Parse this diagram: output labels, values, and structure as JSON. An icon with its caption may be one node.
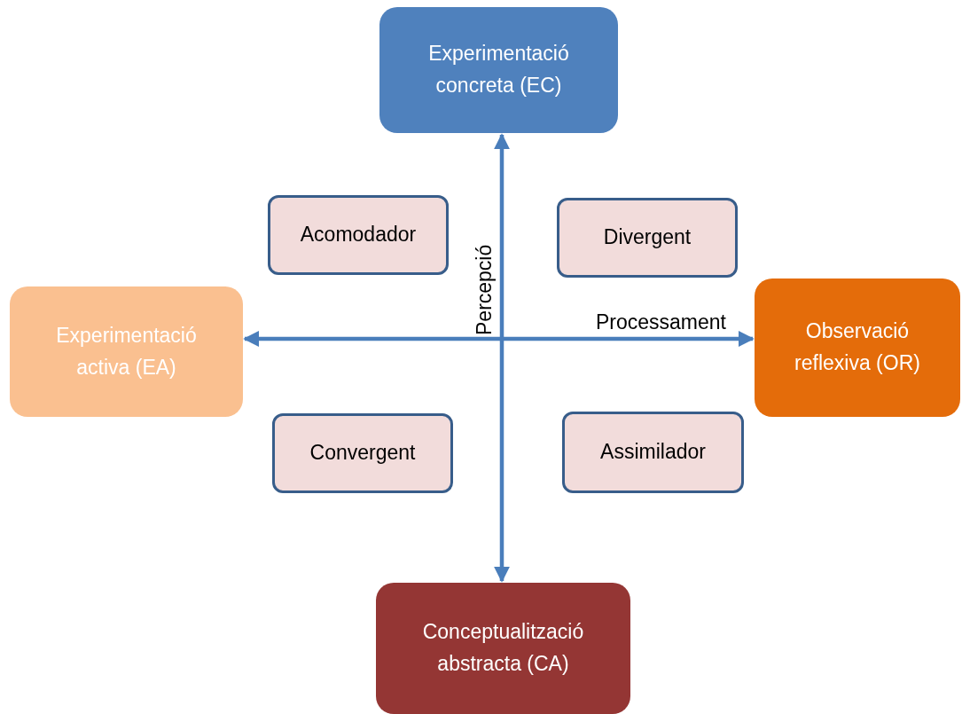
{
  "diagram": {
    "nodes": [
      {
        "text": [
          "Experimentació concreta (EC)"
        ]
      },
      {
        "text": [
          "Acomodador"
        ]
      },
      {
        "text": [
          "Divergent"
        ]
      },
      {
        "text": [
          "Experimentació activa (EA)"
        ]
      },
      {
        "text": [
          "Observació reflexiva (OR)"
        ]
      },
      {
        "text": [
          "Convergent"
        ]
      },
      {
        "text": [
          "Assimilador"
        ]
      },
      {
        "text": [
          "Conceptualització abstracta (CA)"
        ]
      }
    ],
    "edges": [
      {
        "from": 0,
        "to": 7,
        "arrow": "both",
        "label": "Percepció"
      },
      {
        "from": 3,
        "to": 4,
        "arrow": "both",
        "label": "Processament"
      }
    ]
  }
}
